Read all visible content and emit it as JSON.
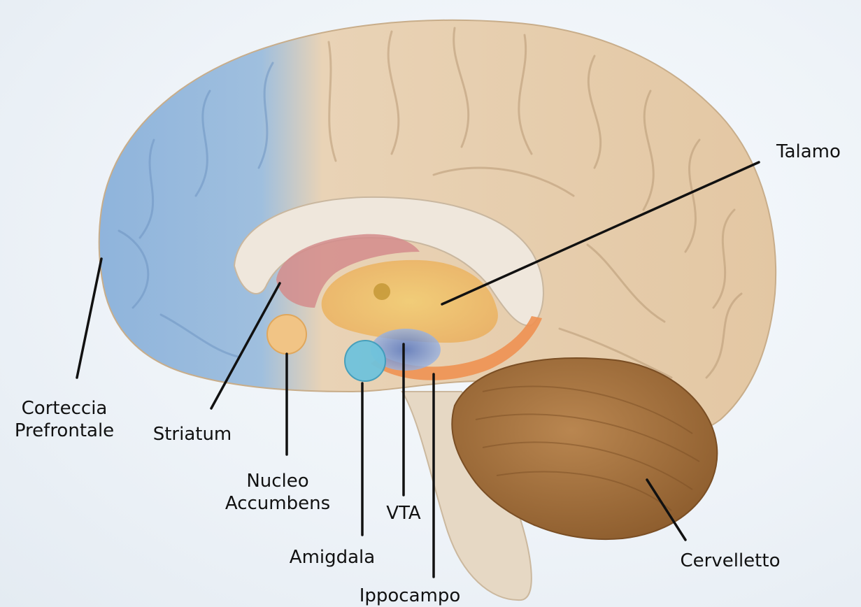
{
  "labels": {
    "talamo": "Talamo",
    "corteccia_1": "Corteccia",
    "corteccia_2": "Prefrontale",
    "striatum": "Striatum",
    "nucleo_1": "Nucleo",
    "nucleo_2": "Accumbens",
    "vta": "VTA",
    "amigdala": "Amigdala",
    "ippocampo": "Ippocampo",
    "cervelletto": "Cervelletto"
  },
  "colors": {
    "prefrontal": "#8fb4dc",
    "cortex": "#e9d3b6",
    "striatum": "#d48c8c",
    "thalamus": "#eec36a",
    "hippocampus": "#ee9152",
    "nucleus_accumbens": "#f1c485",
    "amygdala": "#6fc3dc",
    "vta": "#5f82c9",
    "cerebellum": "#a8753f",
    "brainstem": "#e6d8c4"
  }
}
